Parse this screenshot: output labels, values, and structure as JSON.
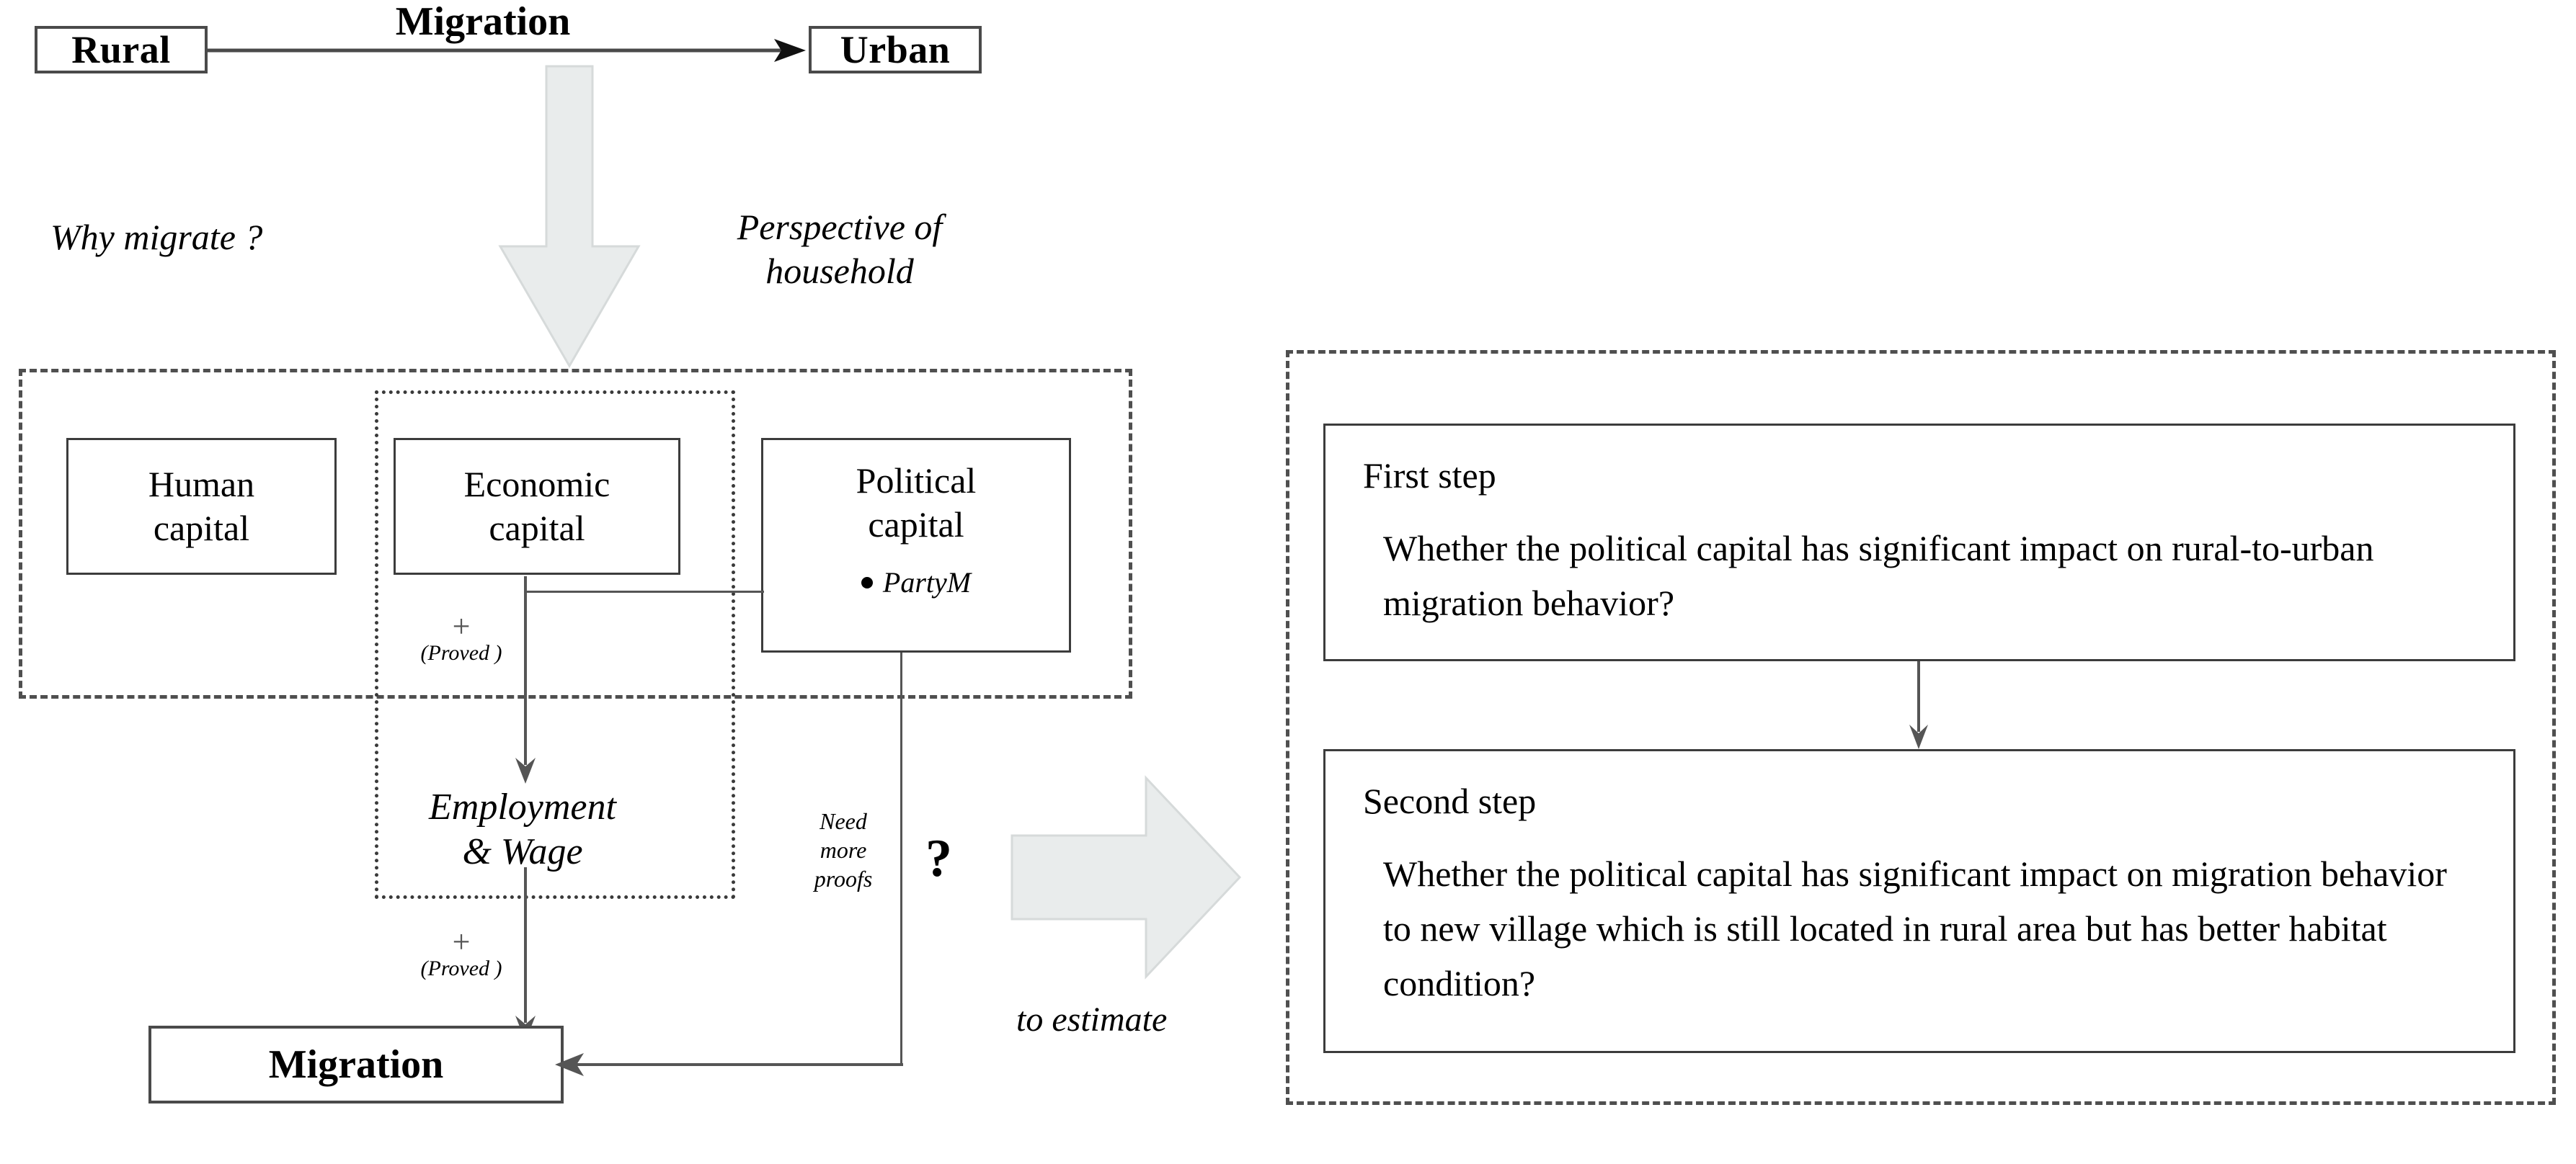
{
  "top_flow": {
    "source_label": "Rural",
    "arrow_label": "Migration",
    "target_label": "Urban"
  },
  "annotations": {
    "why_migrate": "Why migrate ?",
    "perspective_line1": "Perspective of",
    "perspective_line2": "household",
    "plus_sign": "+",
    "proved": "(Proved )",
    "need_more_line1": "Need",
    "need_more_line2": "more",
    "need_more_line3": "proofs",
    "question_mark": "?",
    "to_estimate": "to estimate"
  },
  "capital_group": {
    "human": "Human\ncapital",
    "human_line1": "Human",
    "human_line2": "capital",
    "economic_line1": "Economic",
    "economic_line2": "capital",
    "political_line1": "Political",
    "political_line2": "capital",
    "political_bullet": "PartyM"
  },
  "mediator": {
    "line1": "Employment",
    "line2": "& Wage"
  },
  "outcome": {
    "label": "Migration"
  },
  "research_steps": [
    {
      "title": "First step",
      "body": "Whether the political capital has significant impact on rural-to-urban migration behavior?"
    },
    {
      "title": "Second step",
      "body": "Whether the political capital has significant impact on migration behavior to new village which is still located in rural area but has better habitat condition?"
    }
  ],
  "colors": {
    "ink": "#000000",
    "line": "#4a4a4a",
    "block_arrow_fill": "#e9ecec",
    "block_arrow_stroke": "#d6dada"
  }
}
